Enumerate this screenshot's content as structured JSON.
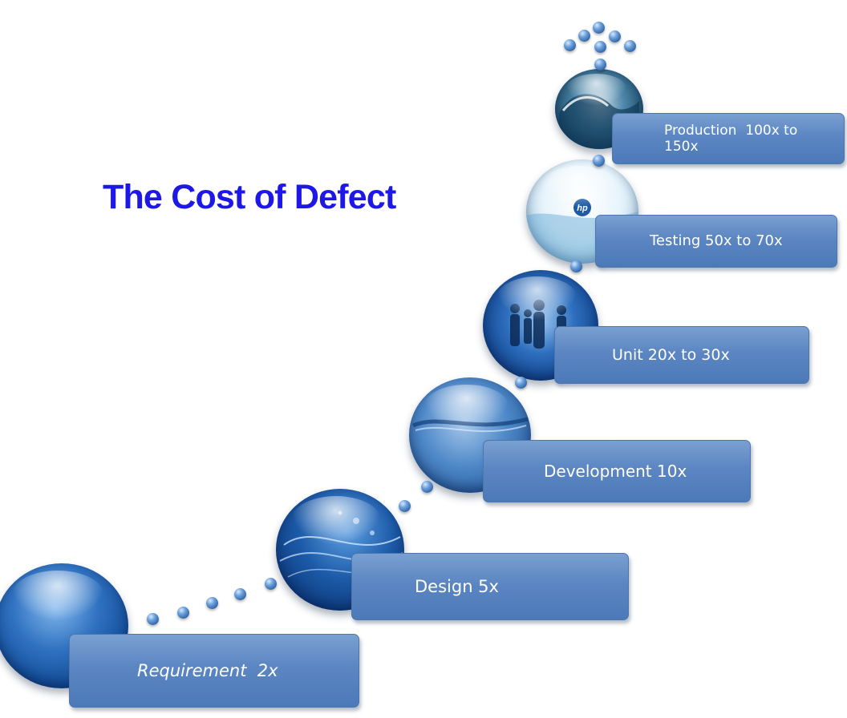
{
  "title": "The Cost of Defect",
  "steps": [
    {
      "label": "Requirement  2x"
    },
    {
      "label": "Design 5x"
    },
    {
      "label": "Development 10x"
    },
    {
      "label": "Unit 20x to 30x"
    },
    {
      "label": "Testing 50x to 70x"
    },
    {
      "label": "Production  100x to 150x"
    }
  ],
  "colors": {
    "title": "#1d18e6",
    "step_fill": "#5b86c2",
    "step_border": "#4d76ad"
  }
}
